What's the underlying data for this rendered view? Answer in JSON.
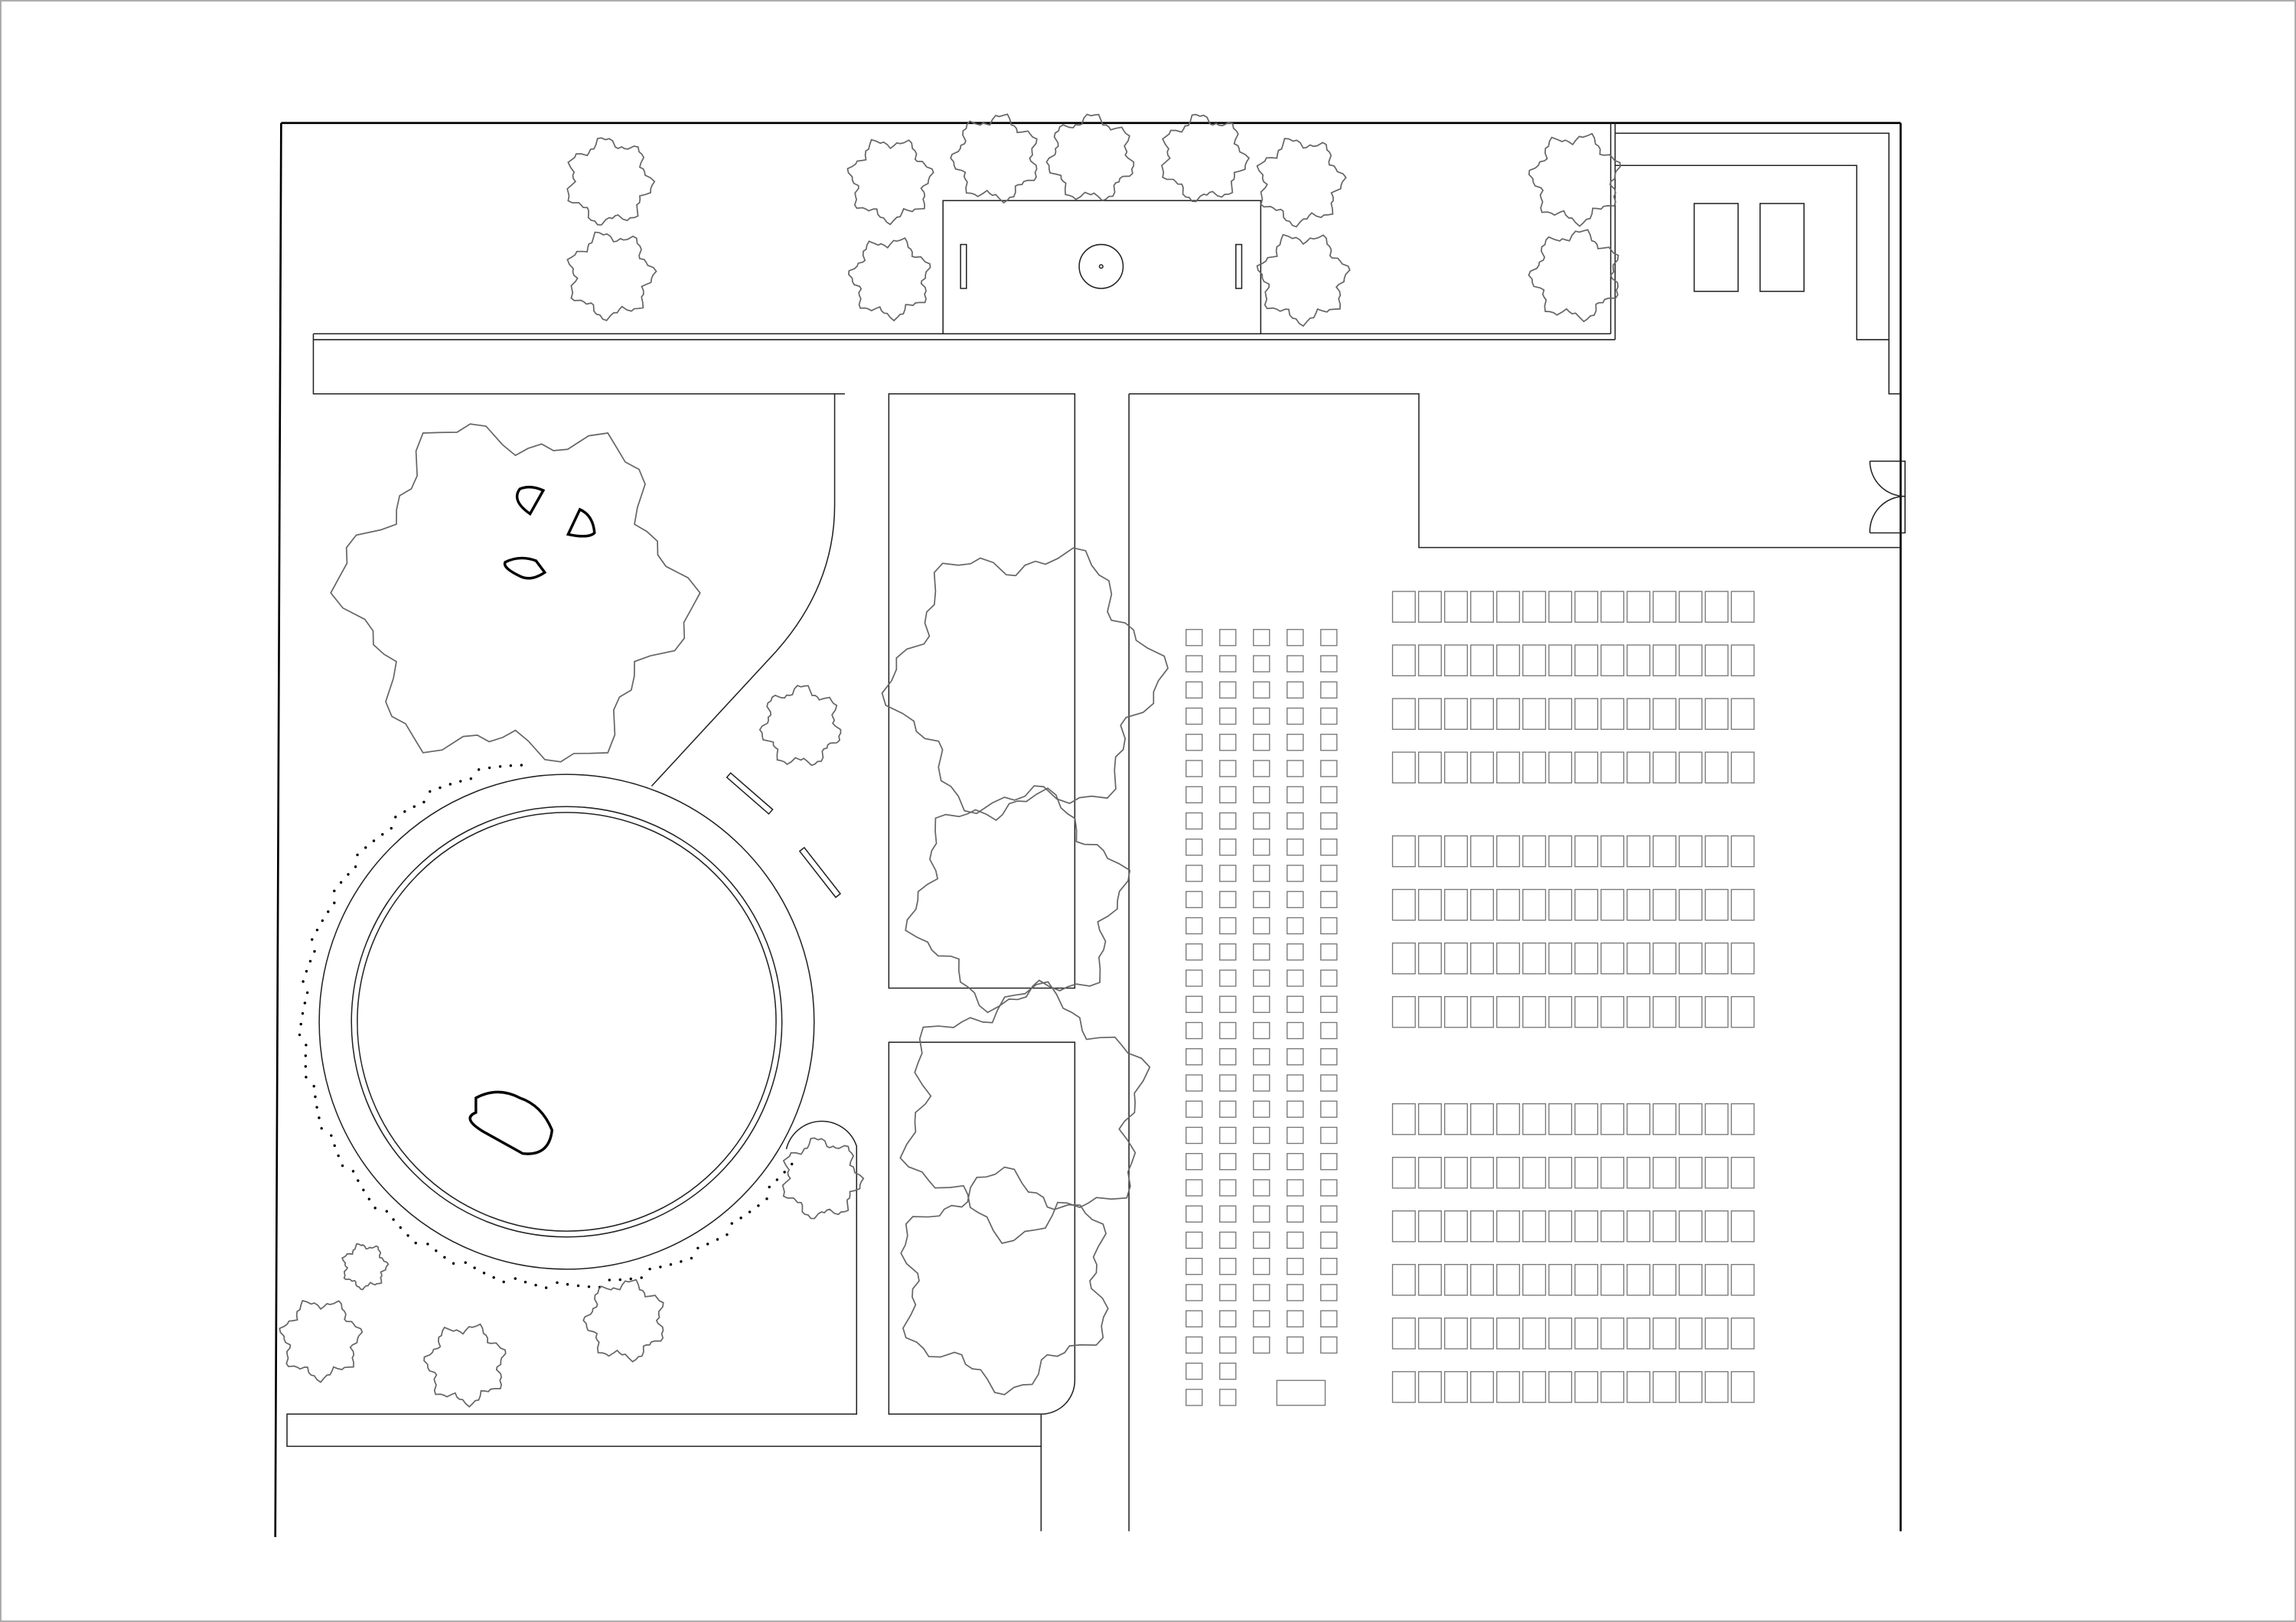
{
  "drawing": {
    "type": "site plan",
    "colors": {
      "line": "#222222",
      "tree": "#666666",
      "seat": "#777777",
      "border": "#aaaaaa"
    },
    "small_seating_grid": {
      "columns": 5,
      "rows": 30,
      "last_rows_columns": 2,
      "last_rows_count": 2
    },
    "bench_blocks": {
      "columns": 14,
      "row_groups": [
        4,
        4,
        6
      ]
    }
  }
}
